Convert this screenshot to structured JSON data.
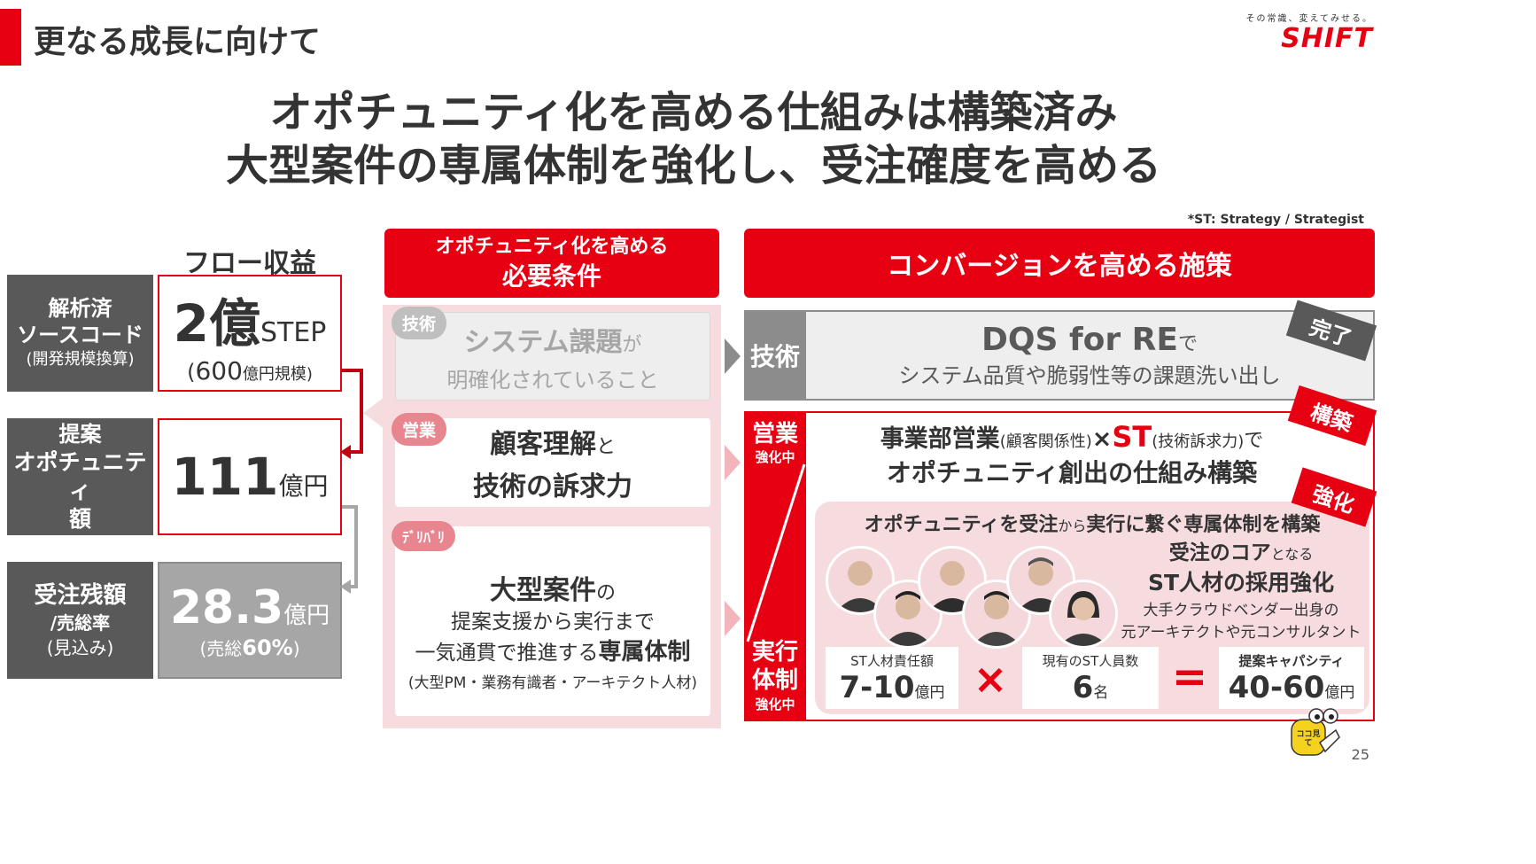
{
  "header": {
    "title": "更なる成長に向けて",
    "logo_tagline": "その常識、変えてみせる。",
    "logo_text": "SHIFT"
  },
  "headline": {
    "line1": "オポチュニティ化を高める仕組みは構築済み",
    "line2": "大型案件の専属体制を強化し、受注確度を高める"
  },
  "footnote": "*ST: Strategy / Strategist",
  "flow": {
    "title": "フロー収益",
    "rows": [
      {
        "label_l1": "解析済",
        "label_l2": "ソースコード",
        "label_l3": "(開発規模換算)",
        "value": "2億",
        "unit": "STEP",
        "sub_open": "(",
        "sub_num": "600",
        "sub_unit": "億円規模)"
      },
      {
        "label_l1": "提案",
        "label_l2": "オポチュニティ",
        "label_l3": "額",
        "value": "111",
        "unit": "億円"
      },
      {
        "label_l1": "受注残額",
        "label_l2": "/売総率",
        "label_l3": "(見込み)",
        "value": "28.3",
        "unit": "億円",
        "sub_open": "(売総",
        "sub_num": "60%",
        "sub_close": ")"
      }
    ]
  },
  "requirements": {
    "header_l1": "オポチュニティ化を高める",
    "header_l2": "必要条件",
    "items": [
      {
        "tag": "技術",
        "l1_main": "システム課題",
        "l1_small": "が",
        "l2": "明確化されていること"
      },
      {
        "tag": "営業",
        "l1_main": "顧客理解",
        "l1_small": "と",
        "l2": "技術の訴求力"
      },
      {
        "tag": "ﾃﾞﾘﾊﾞﾘ",
        "l1_main": "大型案件",
        "l1_small": "の",
        "l2": "提案支援から実行まで",
        "l3_a": "一気通貫で推進する",
        "l3_b": "専属体制",
        "l4": "(大型PM・業務有識者・アーキテクト人材)"
      }
    ]
  },
  "measures": {
    "header": "コンバージョンを高める施策",
    "tech": {
      "label": "技術",
      "l1_main": "DQS for RE",
      "l1_small": "で",
      "l2": "システム品質や脆弱性等の課題洗い出し",
      "badge": "完了"
    },
    "sales": {
      "label": "営業",
      "label_sub": "強化中",
      "exec_l1": "実行",
      "exec_l2": "体制",
      "exec_sub": "強化中",
      "badge_build": "構築",
      "badge_strengthen": "強化",
      "l1_a": "事業部営業",
      "l1_b": "(顧客関係性)",
      "l1_x": "×",
      "l1_st": "ST",
      "l1_c": "(技術訴求力)",
      "l1_d": "で",
      "l2": "オポチュニティ創出の仕組み構築",
      "inner_title_a": "オポチュニティを受注",
      "inner_title_b": "から",
      "inner_title_c": "実行に繋ぐ専属体制を構築",
      "core_l1_a": "受注のコア",
      "core_l1_b": "となる",
      "core_l2": "ST人材の採用強化",
      "core_l3": "大手クラウドベンダー出身の",
      "core_l4": "元アーキテクトや元コンサルタント",
      "metrics": [
        {
          "label": "ST人材責任額",
          "value": "7-10",
          "unit": "億円"
        },
        {
          "label": "現有のST人員数",
          "value": "6",
          "unit": "名"
        },
        {
          "label": "提案キャパシティ",
          "value": "40-60",
          "unit": "億円"
        }
      ],
      "op_times": "×",
      "op_equals": "="
    }
  },
  "mascot_text": "ココ見て",
  "page_number": "25",
  "colors": {
    "brand_red": "#e60012",
    "dark_gray": "#595959",
    "mid_gray": "#8c8c8c",
    "pink_panel": "#f7dcdf",
    "accent_pink": "#e8868f"
  }
}
